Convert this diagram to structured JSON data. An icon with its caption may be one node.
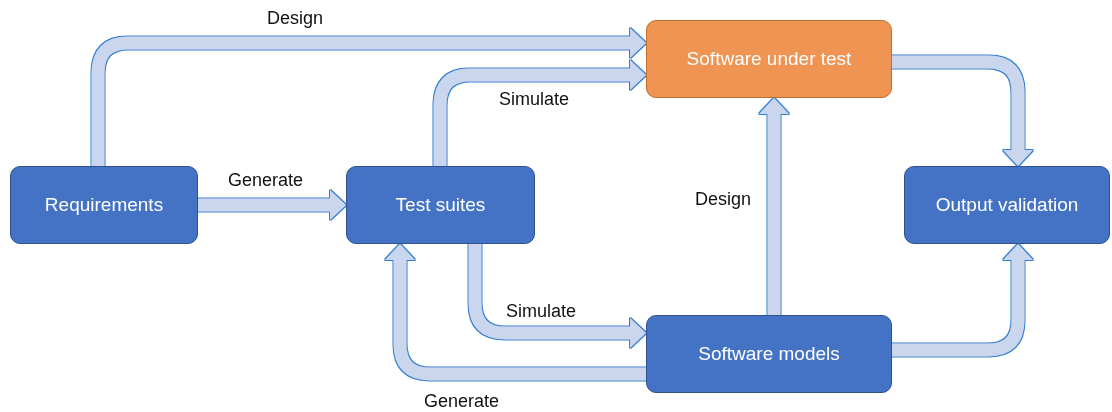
{
  "diagram": {
    "nodes": [
      {
        "text": [
          "Requirements"
        ]
      },
      {
        "text": [
          "Test suites"
        ]
      },
      {
        "text": [
          "Software under test"
        ]
      },
      {
        "text": [
          "Software models"
        ]
      },
      {
        "text": [
          "Output validation"
        ]
      }
    ],
    "edges": [
      {
        "from": 0,
        "to": 2,
        "arrow": "to",
        "label": "Design"
      },
      {
        "from": 0,
        "to": 1,
        "arrow": "to",
        "label": "Generate"
      },
      {
        "from": 1,
        "to": 2,
        "arrow": "to",
        "label": "Simulate"
      },
      {
        "from": 1,
        "to": 3,
        "arrow": "to",
        "label": "Simulate"
      },
      {
        "from": 3,
        "to": 1,
        "arrow": "to",
        "label": "Generate"
      },
      {
        "from": 3,
        "to": 2,
        "arrow": "to",
        "label": "Design"
      },
      {
        "from": 2,
        "to": 4,
        "arrow": "to"
      },
      {
        "from": 3,
        "to": 4,
        "arrow": "to"
      }
    ]
  }
}
